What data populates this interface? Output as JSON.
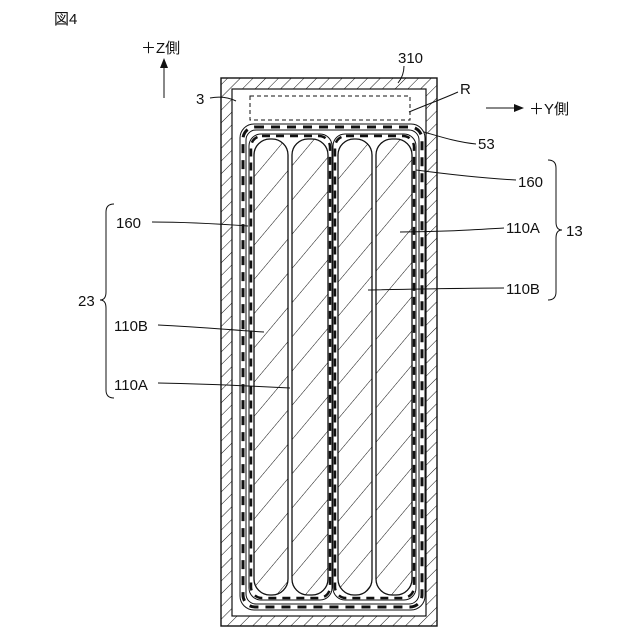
{
  "figure_label": "図4",
  "axes": {
    "z_label": "＋Z側",
    "y_label": "＋Y側"
  },
  "labels": {
    "ref_310": "310",
    "ref_3": "3",
    "ref_R": "R",
    "ref_53": "53",
    "ref_160_right": "160",
    "ref_110A_right": "110A",
    "ref_13": "13",
    "ref_110B_right": "110B",
    "ref_160_left": "160",
    "ref_23": "23",
    "ref_110B_left": "110B",
    "ref_110A_left": "110A"
  }
}
